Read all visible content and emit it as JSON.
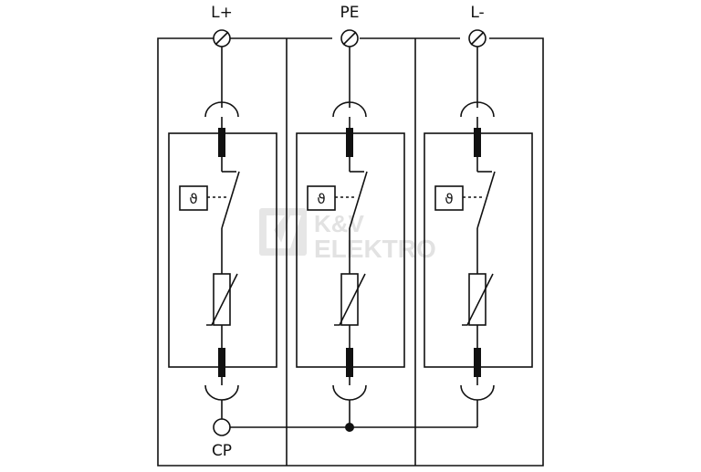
{
  "diagram": {
    "terminals": [
      {
        "id": "l-plus",
        "label": "L+"
      },
      {
        "id": "pe",
        "label": "PE"
      },
      {
        "id": "l-minus",
        "label": "L-"
      }
    ],
    "bottom_terminal": {
      "label": "CP"
    },
    "thermal_symbol": "ϑ",
    "watermark": {
      "line1": "K&V",
      "line2": "ELEKTRO"
    },
    "colors": {
      "line": "#111111",
      "background": "#ffffff",
      "watermark": "#e2e2e2"
    }
  }
}
